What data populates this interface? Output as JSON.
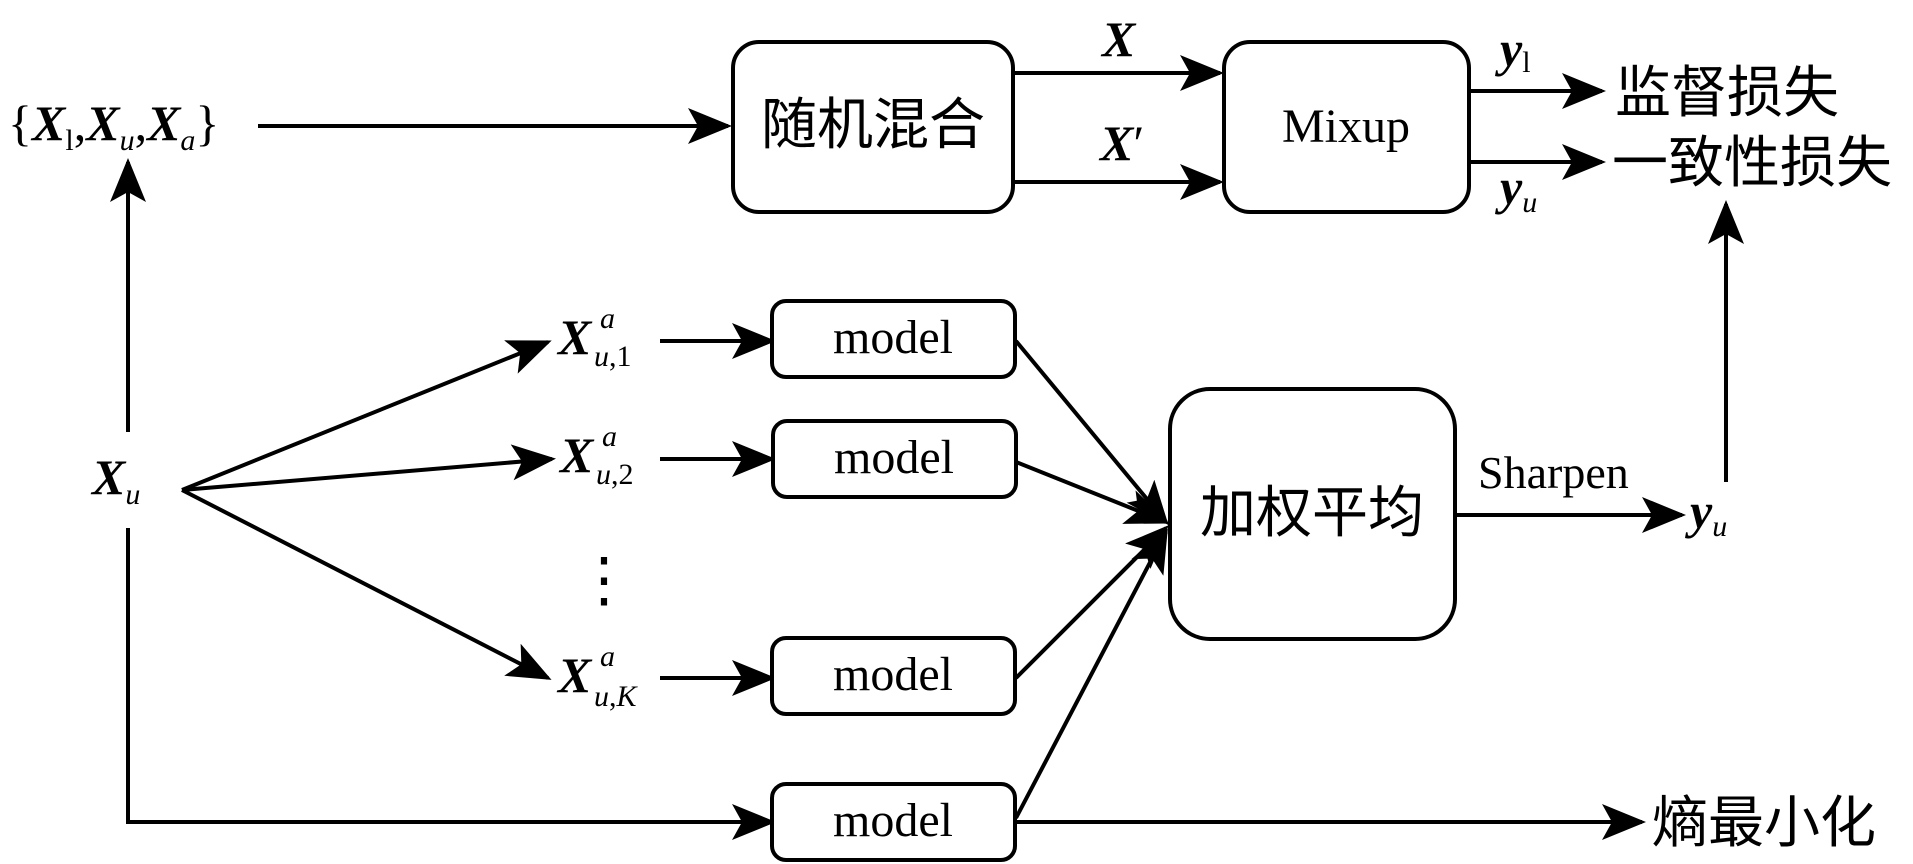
{
  "nodes": {
    "random_mix": "随机混合",
    "mixup": "Mixup",
    "weighted_avg": "加权平均",
    "model": "model"
  },
  "outputs": {
    "supervised_loss": "监督损失",
    "consistency_loss": "一致性损失",
    "entropy_min": "熵最小化"
  },
  "edge_labels": {
    "sharpen": "Sharpen"
  },
  "symbols": {
    "bold_x": "X",
    "bold_y": "y",
    "prime": "′",
    "sub_l": "l",
    "sub_u": "u",
    "sub_a": "a",
    "sup_a": "a",
    "idx_1": "1",
    "idx_2": "2",
    "idx_K": "K",
    "lbrace": "{",
    "rbrace": "}",
    "comma": ",",
    "vdots": "⋮"
  }
}
